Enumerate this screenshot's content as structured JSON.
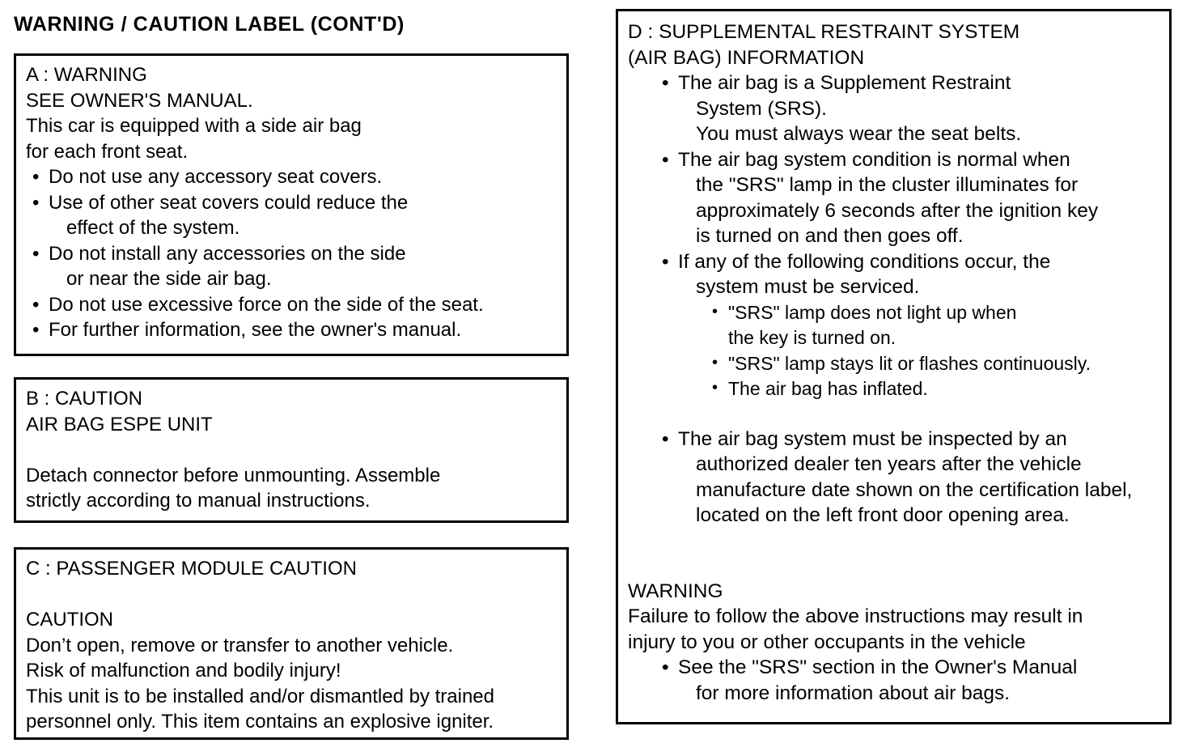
{
  "page": {
    "title": "WARNING / CAUTION LABEL (CONT'D)",
    "bullet_glyph": "•",
    "sub_bullet_glyph": "•",
    "ink_color": "#000000",
    "background_color": "#ffffff"
  },
  "box_a": {
    "heading": "A : WARNING",
    "subheading": "SEE OWNER'S MANUAL.",
    "body_line_1": "This car is equipped with a side air bag",
    "body_line_2": "for each front seat.",
    "bullets": [
      {
        "line1": "Do not use any accessory seat covers."
      },
      {
        "line1": "Use of other seat covers could reduce the",
        "line2": "effect of the system."
      },
      {
        "line1": "Do not install any accessories on the side",
        "line2": "or near the side air bag."
      },
      {
        "line1": "Do not use excessive force on the side of the seat."
      },
      {
        "line1": "For further information, see the owner's manual."
      }
    ]
  },
  "box_b": {
    "heading": "B : CAUTION",
    "subheading": "AIR BAG ESPE UNIT",
    "body_line_1": "Detach connector before unmounting.  Assemble",
    "body_line_2": "strictly according to manual instructions."
  },
  "box_c": {
    "heading": "C : PASSENGER MODULE CAUTION",
    "caution_label": "CAUTION",
    "body_line_1": "Don’t open, remove or transfer to another vehicle.",
    "body_line_2": "Risk of malfunction and bodily injury!",
    "body_line_3": "This unit is to be installed and/or dismantled by trained",
    "body_line_4": "personnel only. This item contains an explosive igniter."
  },
  "box_d": {
    "heading_line_1": "D : SUPPLEMENTAL RESTRAINT SYSTEM",
    "heading_line_2": "(AIR BAG) INFORMATION",
    "bullet_1": {
      "line1": "The air bag is a Supplement Restraint",
      "line2": "System (SRS).",
      "line3": "You must always wear the seat belts."
    },
    "bullet_2": {
      "line1": "The air bag system condition is normal when",
      "line2": "the \"SRS\" lamp in the cluster illuminates for",
      "line3": "approximately 6 seconds after the ignition key",
      "line4": "is turned on and then goes off."
    },
    "bullet_3": {
      "line1": "If any of the following conditions occur, the",
      "line2": "system must be serviced."
    },
    "sub_bullets": [
      {
        "line1": "\"SRS\" lamp does not light up when",
        "line2": "the key is turned on."
      },
      {
        "line1": "\"SRS\" lamp stays lit or flashes continuously."
      },
      {
        "line1": "The air bag has inflated."
      }
    ],
    "bullet_4": {
      "line1": "The air bag system must be inspected by an",
      "line2": "authorized dealer ten years after the vehicle",
      "line3": "manufacture date shown on the certification label,",
      "line4": "located on the left front door opening area."
    },
    "warning": {
      "heading": "WARNING",
      "line1": "Failure to follow the above instructions may result in",
      "line2": "injury to you or other occupants in the vehicle",
      "bullet": {
        "line1": "See the \"SRS\" section in the Owner's Manual",
        "line2": "for more information about air bags."
      }
    }
  }
}
